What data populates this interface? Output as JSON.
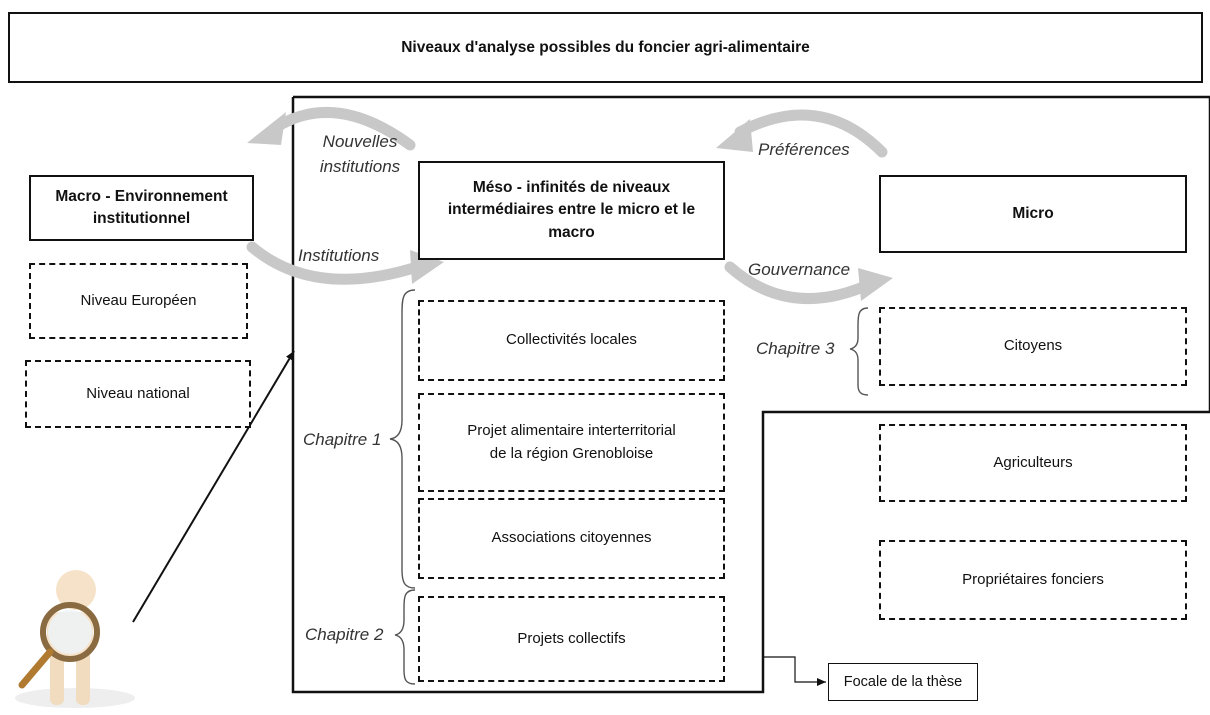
{
  "title": "Niveaux d'analyse possibles du foncier agri-alimentaire",
  "levels": {
    "macro": "Macro - Environnement institutionnel",
    "meso": "Méso - infinités de niveaux intermédiaires entre le micro et le macro",
    "micro": "Micro"
  },
  "macro_items": [
    "Niveau Européen",
    "Niveau national"
  ],
  "meso_items": [
    "Collectivités locales",
    "Projet alimentaire interterritorial de la région Grenobloise",
    "Associations citoyennes",
    "Projets collectifs"
  ],
  "micro_items": [
    "Citoyens",
    "Agriculteurs",
    "Propriétaires fonciers"
  ],
  "arrows": {
    "new_institutions": "Nouvelles institutions",
    "institutions": "Institutions",
    "preferences": "Préférences",
    "governance": "Gouvernance"
  },
  "chapters": {
    "ch1": "Chapitre 1",
    "ch2": "Chapitre 2",
    "ch3": "Chapitre 3"
  },
  "focal": "Focale de la thèse"
}
